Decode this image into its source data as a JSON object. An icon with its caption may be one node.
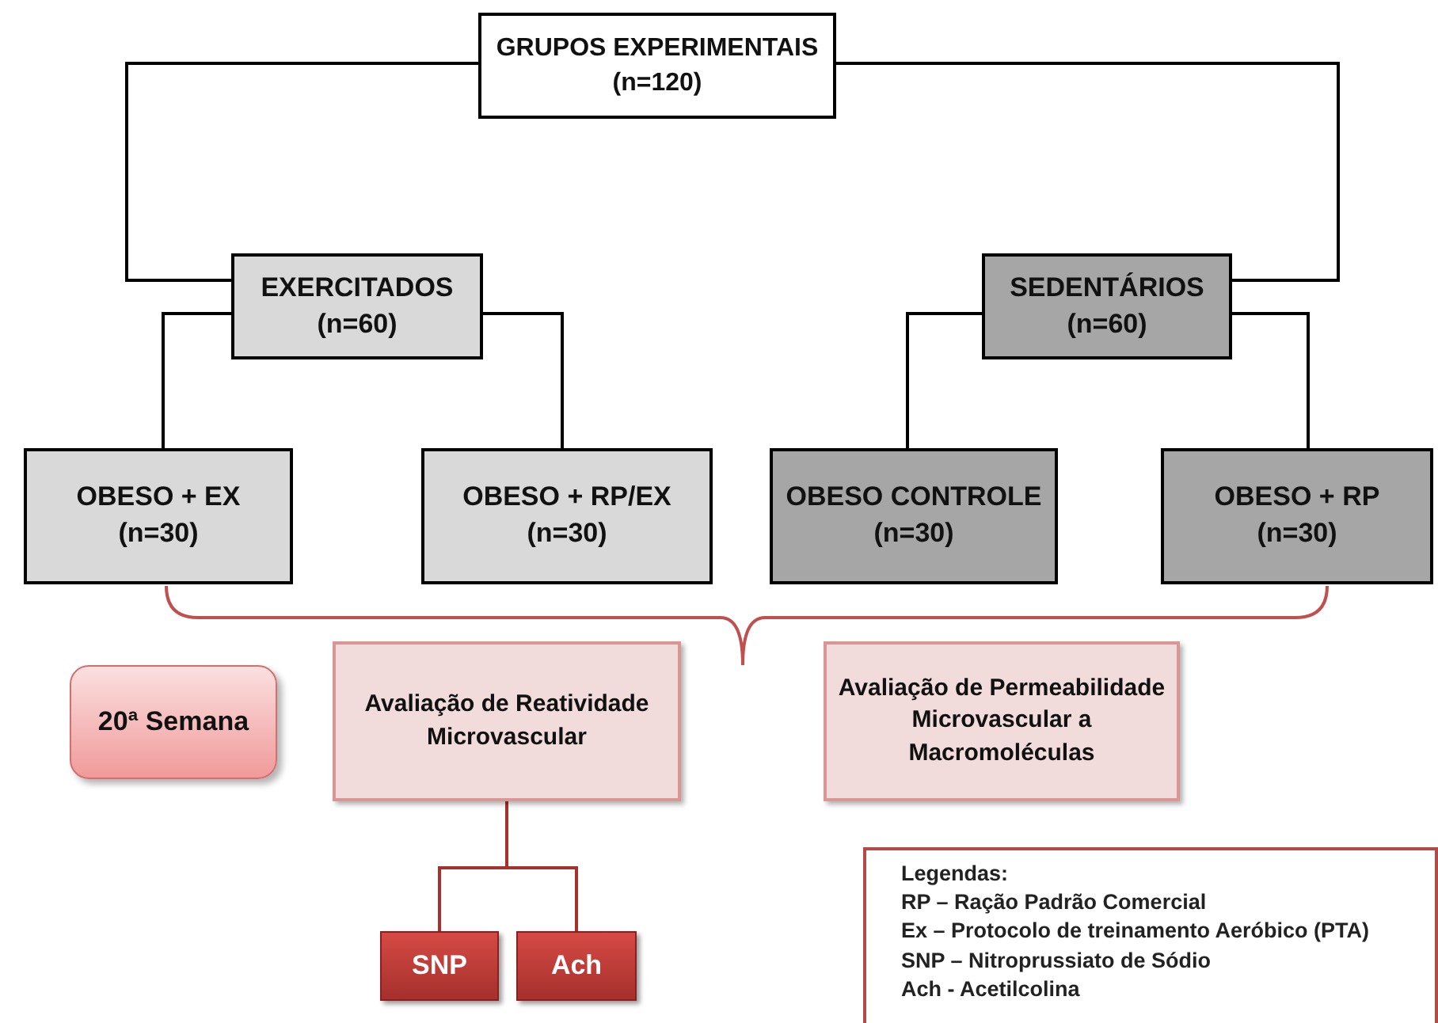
{
  "diagram": {
    "nodes": [
      {
        "text": [
          "GRUPOS EXPERIMENTAIS",
          "(n=120)"
        ]
      },
      {
        "text": [
          "EXERCITADOS",
          "(n=60)"
        ]
      },
      {
        "text": [
          "SEDENTÁRIOS",
          "(n=60)"
        ]
      },
      {
        "text": [
          "OBESO + EX",
          "(n=30)"
        ]
      },
      {
        "text": [
          "OBESO + RP/EX",
          "(n=30)"
        ]
      },
      {
        "text": [
          "OBESO CONTROLE",
          "(n=30)"
        ]
      },
      {
        "text": [
          "OBESO + RP",
          "(n=30)"
        ]
      },
      {
        "text": [
          "20ª Semana"
        ]
      },
      {
        "text": [
          "Avaliação de Reatividade Microvascular"
        ]
      },
      {
        "text": [
          "Avaliação de Permeabilidade Microvascular a Macromoléculas"
        ]
      },
      {
        "text": [
          "SNP"
        ]
      },
      {
        "text": [
          "Ach"
        ]
      },
      {
        "text": [
          "Legendas:",
          "RP – Ração Padrão Comercial",
          "Ex – Protocolo de treinamento Aeróbico (PTA)",
          "SNP – Nitroprussiato de Sódio",
          "Ach - Acetilcolina"
        ]
      }
    ],
    "edges": [
      {
        "from": 0,
        "to": 1,
        "arrow": "none"
      },
      {
        "from": 0,
        "to": 2,
        "arrow": "none"
      },
      {
        "from": 1,
        "to": 3,
        "arrow": "none"
      },
      {
        "from": 1,
        "to": 4,
        "arrow": "none"
      },
      {
        "from": 2,
        "to": 5,
        "arrow": "none"
      },
      {
        "from": 2,
        "to": 6,
        "arrow": "none"
      },
      {
        "from": 8,
        "to": 10,
        "arrow": "none",
        "color": "#a5302c"
      },
      {
        "from": 8,
        "to": 11,
        "arrow": "none",
        "color": "#a5302c"
      }
    ]
  }
}
